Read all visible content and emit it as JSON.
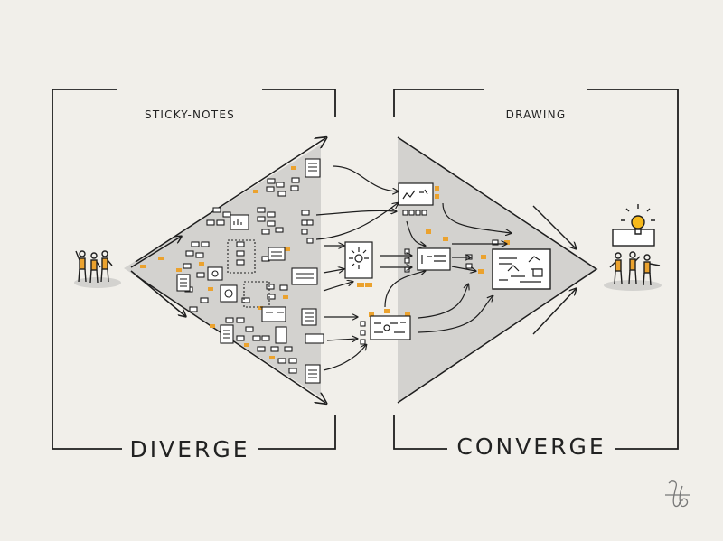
{
  "left_panel": {
    "label": "STICKY-NOTES",
    "caption": "DIVERGE"
  },
  "right_panel": {
    "label": "DRAWING",
    "caption": "CONVERGE"
  },
  "colors": {
    "background": "#f1efea",
    "shape_fill": "#d3d2cf",
    "accent_orange": "#eba22e",
    "lightbulb_yellow": "#f6b91a",
    "ink": "#1e1e1e"
  },
  "signature": "JB"
}
